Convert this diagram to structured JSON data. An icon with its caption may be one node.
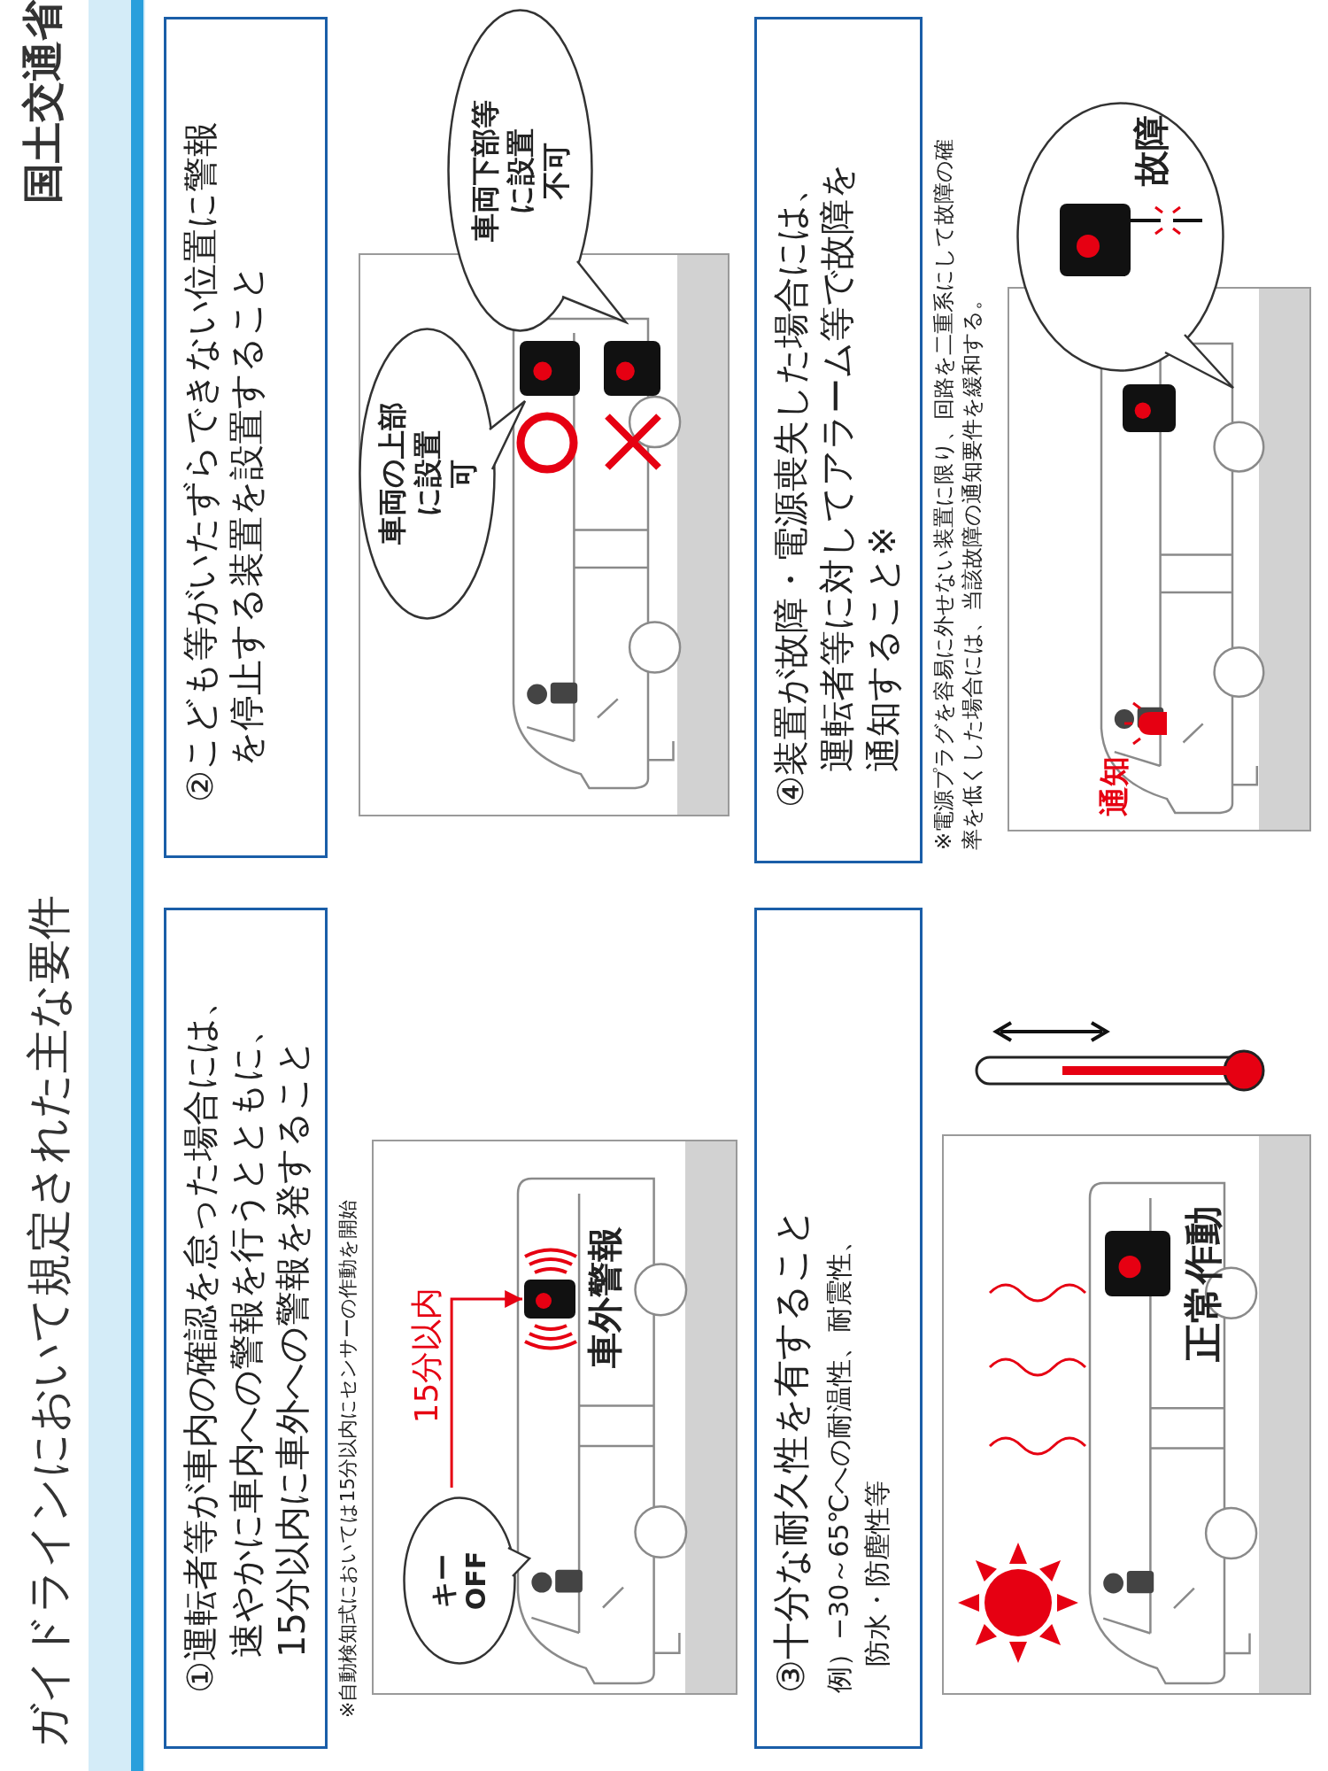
{
  "diagram": {
    "title": "ガイドラインにおいて規定された主な要件",
    "nodes": [
      {
        "text": [
          "①運転者等が車内の確認を怠った場合には、速やかに車内への警報を行うとともに、15分以内に車外への警報を発すること"
        ]
      },
      {
        "text": [
          "キー OFF"
        ]
      },
      {
        "text": [],
        "shape": "box",
        "beside": [
          "車外警報"
        ]
      },
      {
        "text": [
          "②こども等がいたずらできない位置に警報を停止する装置を設置すること"
        ]
      },
      {
        "text": [
          "車両の上部に設置**可**"
        ]
      },
      {
        "text": [
          "車両下部等に設置**不可**"
        ]
      },
      {
        "text": [
          "③十分な耐久性を有すること",
          "例）−30～65℃への耐温性、耐震性、防水・防塵性等"
        ]
      },
      {
        "text": [
          "④装置が故障・電源喪失した場合には、運転者等に対してアラーム等で故障を通知すること※"
        ]
      },
      {
        "text": [
          "故障"
        ]
      }
    ],
    "edges": [
      {
        "from": 1,
        "to": 2,
        "arrow": "to",
        "label": "15分以内"
      }
    ],
    "labels": [
      "国土交通省",
      "※自動検知式においては15分以内にセンサーの作動を開始",
      "正常作動",
      "※電源プラグを容易に外せない装置に限り、回路を二重系にして故障の確率を低くした場合には、当該故障の通知要件を緩和する。",
      "通知"
    ]
  }
}
